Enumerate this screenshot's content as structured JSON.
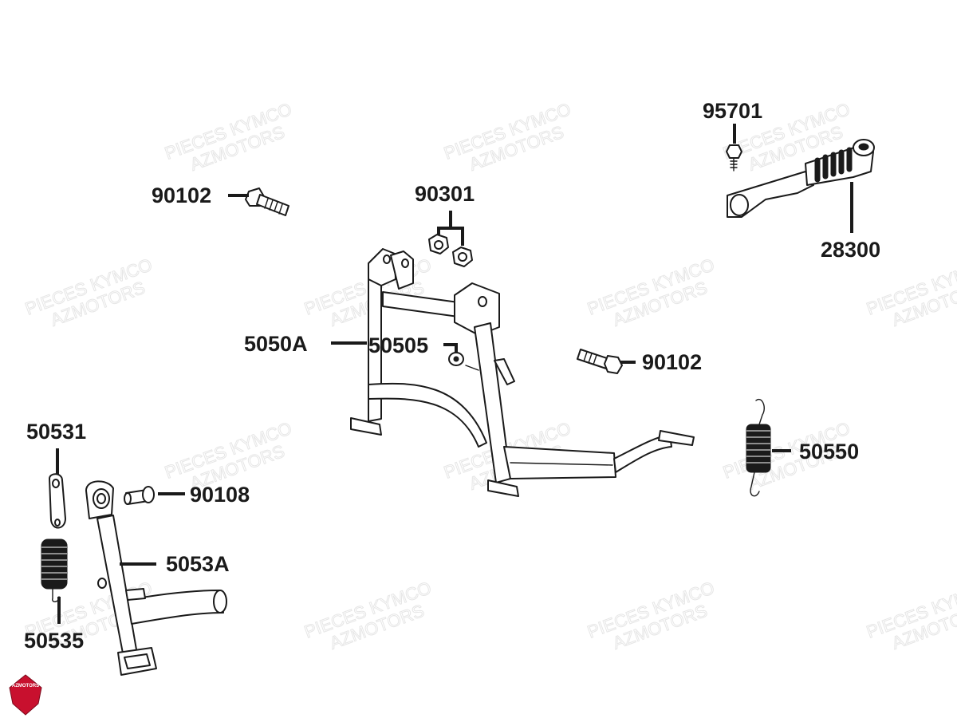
{
  "watermark": {
    "line1": "PIECES KYMCO",
    "line2": "AZMOTORS"
  },
  "logo": {
    "text": "AZMOTORS",
    "color": "#c8102e"
  },
  "labels": {
    "p95701": "95701",
    "p28300": "28300",
    "p90102_top": "90102",
    "p90301": "90301",
    "p5050A": "5050A",
    "p50505": "50505",
    "p90102_right": "90102",
    "p50531": "50531",
    "p90108": "90108",
    "p50550": "50550",
    "p5053A": "5053A",
    "p50535": "50535"
  }
}
